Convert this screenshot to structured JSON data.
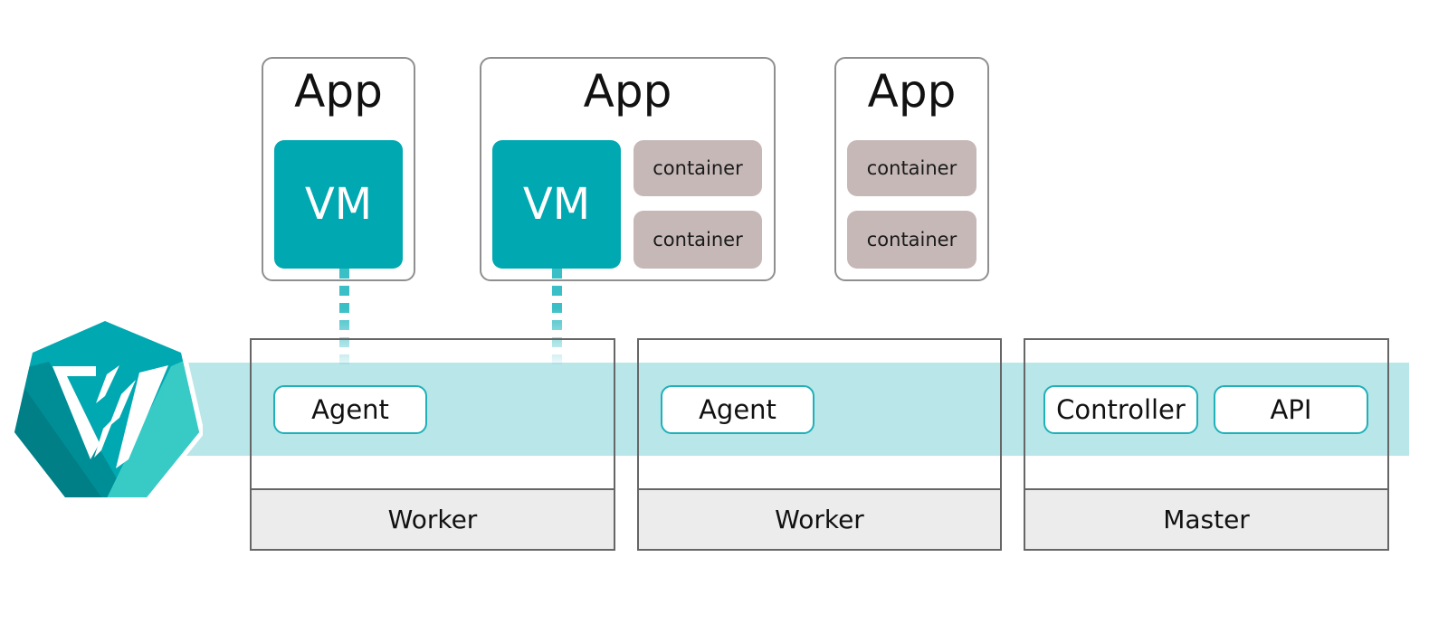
{
  "apps": [
    {
      "title": "App",
      "vm_label": "VM"
    },
    {
      "title": "App",
      "vm_label": "VM",
      "containers": [
        "container",
        "container"
      ]
    },
    {
      "title": "App",
      "containers": [
        "container",
        "container"
      ]
    }
  ],
  "nodes": [
    {
      "label": "Worker",
      "components": [
        "Agent"
      ]
    },
    {
      "label": "Worker",
      "components": [
        "Agent"
      ]
    },
    {
      "label": "Master",
      "components": [
        "Controller",
        "API"
      ]
    }
  ],
  "colors": {
    "accent": "#00a8b1",
    "band": "#b8e6e9",
    "container": "#c7b8b8",
    "node_footer": "#ececec"
  },
  "logo": {
    "icon": "kubevirt-logo-icon"
  }
}
